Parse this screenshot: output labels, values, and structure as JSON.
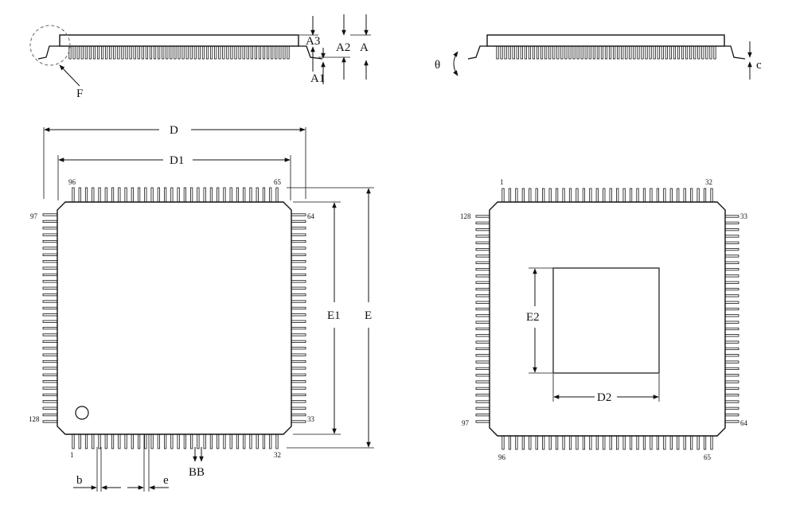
{
  "side_view_left": {
    "detail_label": "F",
    "dims": {
      "a3": "A3",
      "a2": "A2",
      "a": "A",
      "a1": "A1"
    }
  },
  "side_view_right": {
    "angle_label": "θ",
    "thickness_label": "c"
  },
  "top_view": {
    "dims": {
      "d": "D",
      "d1": "D1",
      "e": "E",
      "e1": "E1",
      "b": "b",
      "pitch": "e",
      "section": "BB"
    },
    "pins": {
      "p96": "96",
      "p65": "65",
      "p97": "97",
      "p64": "64",
      "p128": "128",
      "p33": "33",
      "p1": "1",
      "p32": "32"
    }
  },
  "bottom_view": {
    "dims": {
      "e2": "E2",
      "d2": "D2"
    },
    "pins": {
      "p1": "1",
      "p32": "32",
      "p128": "128",
      "p33": "33",
      "p97": "97",
      "p64": "64",
      "p96": "96",
      "p65": "65"
    }
  }
}
